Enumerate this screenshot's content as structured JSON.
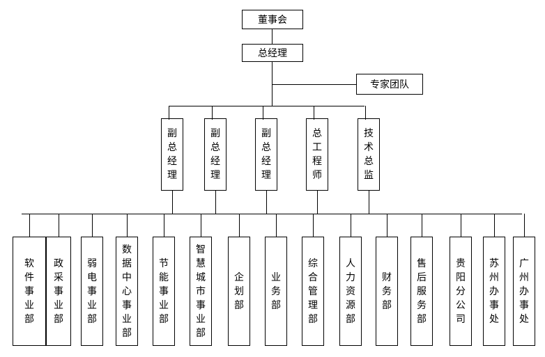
{
  "top": {
    "board": "董事会",
    "gm": "总经理",
    "experts": "专家团队"
  },
  "executives": [
    "副总经理",
    "副总经理",
    "副总经理",
    "总工程师",
    "技术总监"
  ],
  "departments": [
    "软件事业部",
    "政采事业部",
    "弱电事业部",
    "数据中心事业部",
    "节能事业部",
    "智慧城市事业部",
    "企划部",
    "业务部",
    "综合管理部",
    "人力资源部",
    "财务部",
    "售后服务部",
    "贵阳分公司",
    "苏州办事处",
    "广州办事处"
  ]
}
